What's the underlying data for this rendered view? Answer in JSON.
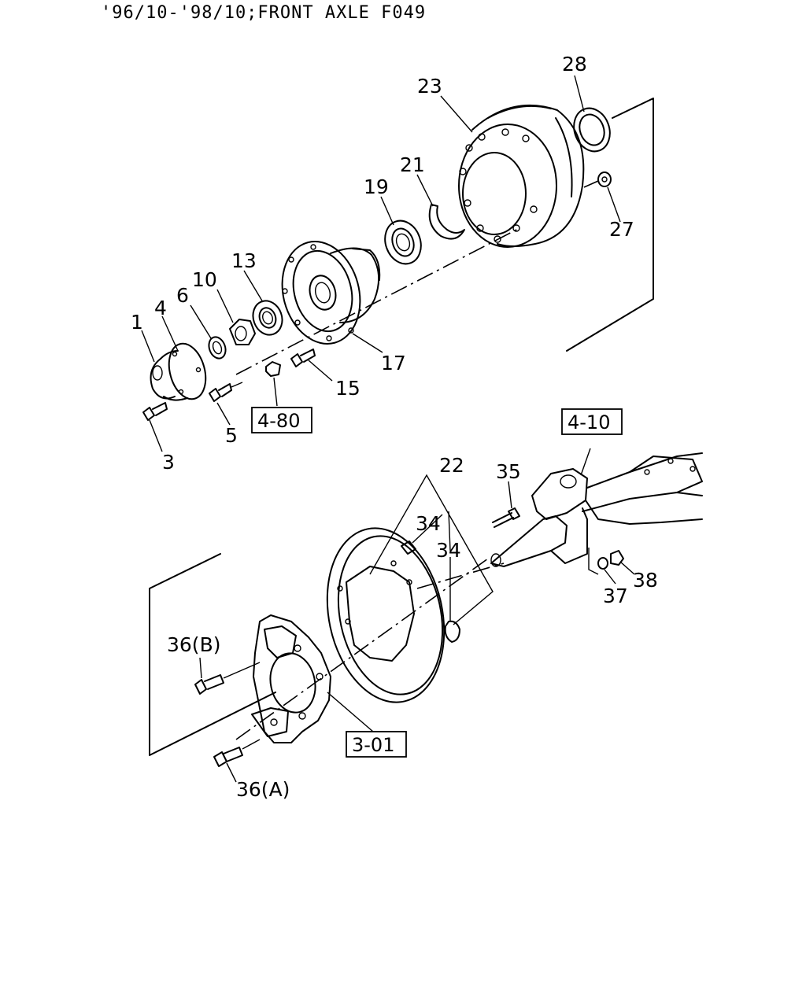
{
  "header": {
    "title": "'96/10-'98/10;FRONT AXLE F049"
  },
  "callouts": [
    "1",
    "4",
    "6",
    "10",
    "13",
    "17",
    "19",
    "21",
    "23",
    "28",
    "27",
    "15",
    "5",
    "3",
    "22",
    "35",
    "34",
    "34",
    "37",
    "38",
    "36(B)",
    "36(A)"
  ],
  "references": [
    "4-80",
    "4-10",
    "3-01"
  ]
}
